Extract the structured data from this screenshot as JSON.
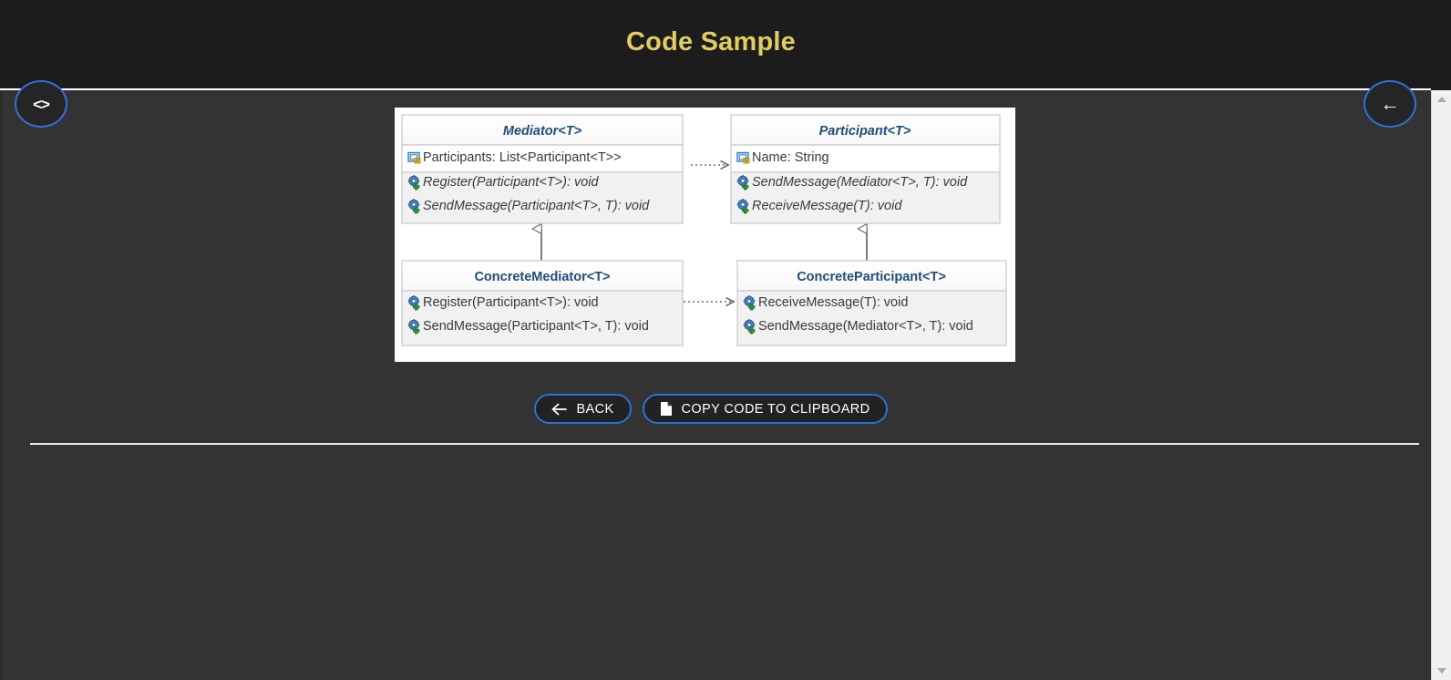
{
  "header": {
    "title": "Code Sample",
    "title_color": "#e2cd61",
    "background": "#1c1c1c"
  },
  "floating_buttons": [
    {
      "name": "code-toggle",
      "glyph": "<>",
      "position": "top-left"
    },
    {
      "name": "back-arrow",
      "glyph": "←",
      "position": "top-right"
    }
  ],
  "theme": {
    "page_background": "#333333",
    "accent_border": "#2f6fd8",
    "divider": "#e9e9e9",
    "class_title_color": "#1f4e79",
    "member_text_color": "#3a3a3a"
  },
  "diagram": {
    "type": "uml-class-diagram",
    "pattern": "Mediator",
    "background": "#ffffff",
    "classes": [
      {
        "id": "mediator",
        "name": "Mediator<T>",
        "abstract": true,
        "properties": [
          {
            "icon": "property-icon",
            "text": "Participants: List<Participant<T>>"
          }
        ],
        "methods": [
          {
            "icon": "public-method-icon",
            "text": "Register(Participant<T>): void"
          },
          {
            "icon": "public-method-icon",
            "text": "SendMessage(Participant<T>, T): void"
          }
        ]
      },
      {
        "id": "participant",
        "name": "Participant<T>",
        "abstract": true,
        "properties": [
          {
            "icon": "property-icon",
            "text": "Name: String"
          }
        ],
        "methods": [
          {
            "icon": "public-method-icon",
            "text": "SendMessage(Mediator<T>, T): void"
          },
          {
            "icon": "public-method-icon",
            "text": "ReceiveMessage(T): void"
          }
        ]
      },
      {
        "id": "concrete-mediator",
        "name": "ConcreteMediator<T>",
        "abstract": false,
        "properties": [],
        "methods": [
          {
            "icon": "public-method-icon",
            "text": "Register(Participant<T>): void"
          },
          {
            "icon": "public-method-icon",
            "text": "SendMessage(Participant<T>, T): void"
          }
        ]
      },
      {
        "id": "concrete-participant",
        "name": "ConcreteParticipant<T>",
        "abstract": false,
        "properties": [],
        "methods": [
          {
            "icon": "public-method-icon",
            "text": "ReceiveMessage(T): void"
          },
          {
            "icon": "public-method-icon",
            "text": "SendMessage(Mediator<T>, T): void"
          }
        ]
      }
    ],
    "relations": [
      {
        "type": "dependency",
        "from": "participant",
        "to": "mediator",
        "style": "dotted-open-arrow"
      },
      {
        "type": "generalization",
        "from": "concrete-mediator",
        "to": "mediator",
        "style": "hollow-triangle"
      },
      {
        "type": "generalization",
        "from": "concrete-participant",
        "to": "participant",
        "style": "hollow-triangle"
      },
      {
        "type": "dependency",
        "from": "concrete-mediator",
        "to": "concrete-participant",
        "style": "dotted-open-arrow"
      }
    ]
  },
  "actions": {
    "back_label": "BACK",
    "back_icon": "arrow-left-icon",
    "copy_label": "COPY CODE TO CLIPBOARD",
    "copy_icon": "file-copy-icon"
  }
}
